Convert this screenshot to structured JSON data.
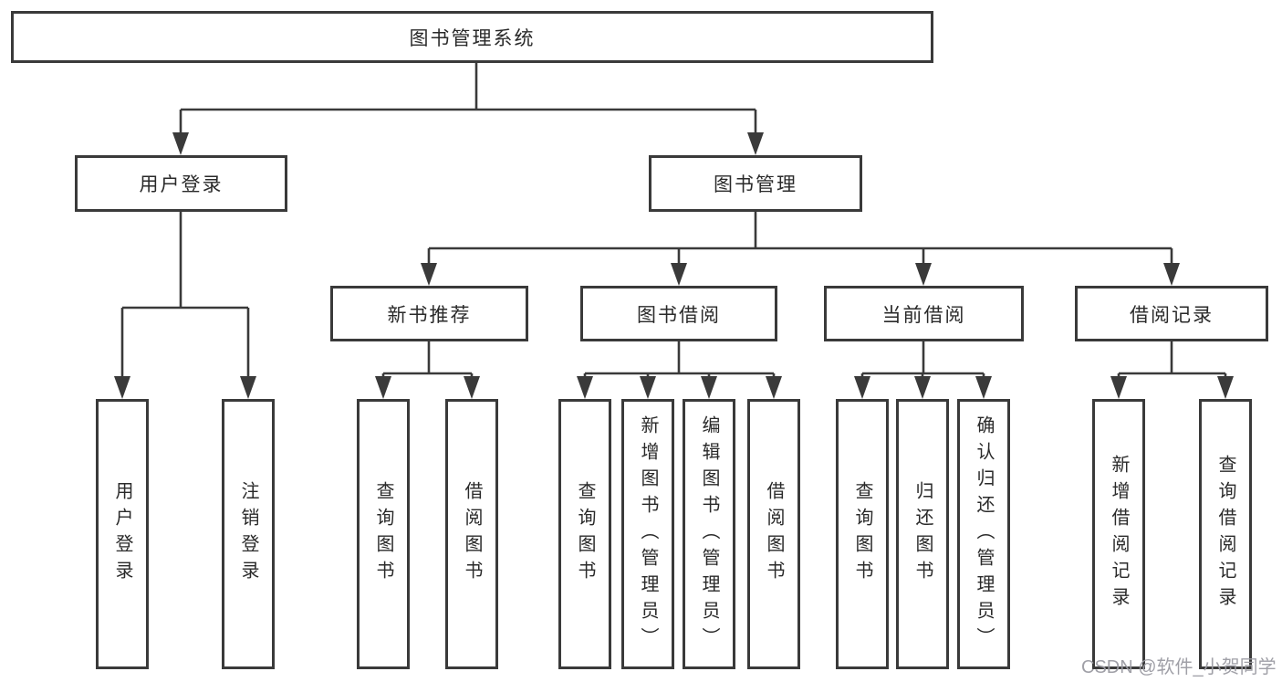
{
  "nodes": {
    "root": "图书管理系统",
    "userLogin": "用户登录",
    "bookMgmt": "图书管理",
    "newBooks": "新书推荐",
    "bookBorrow": "图书借阅",
    "currentBorrow": "当前借阅",
    "borrowRecords": "借阅记录",
    "leafUserLogin": "用户登录",
    "leafLogout": "注销登录",
    "leafNbQuery": "查询图书",
    "leafNbBorrow": "借阅图书",
    "leafBbQuery": "查询图书",
    "leafBbAdd": "新增图书（管理员）",
    "leafBbEdit": "编辑图书（管理员）",
    "leafBbBorrow": "借阅图书",
    "leafCbQuery": "查询图书",
    "leafCbReturn": "归还图书",
    "leafCbConfirm": "确认归还（管理员）",
    "leafBrAdd": "新增借阅记录",
    "leafBrQuery": "查询借阅记录"
  },
  "watermark": "CSDN @软件_小贺同学",
  "colors": {
    "line": "#3a3a3a",
    "text": "#2a2a2a",
    "background": "#ffffff",
    "watermark": "#9b9ba3"
  }
}
